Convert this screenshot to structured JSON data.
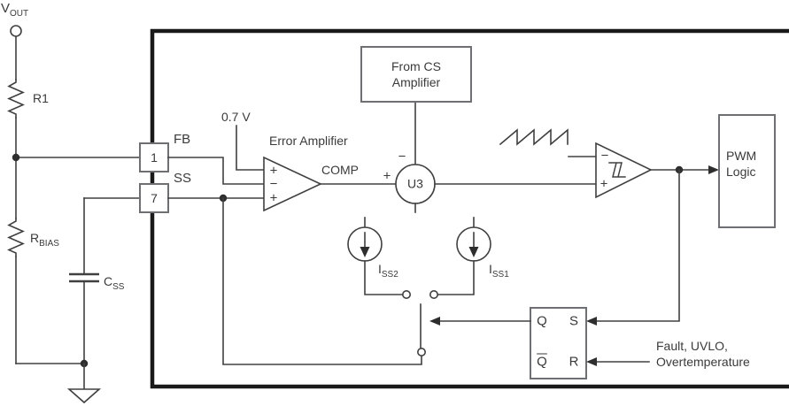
{
  "diagram": {
    "external": {
      "vout": {
        "base": "V",
        "sub": "OUT"
      },
      "r1": "R1",
      "rbias": {
        "base": "R",
        "sub": "BIAS"
      },
      "css": {
        "base": "C",
        "sub": "SS"
      }
    },
    "pins": [
      {
        "number": "1",
        "name": "FB"
      },
      {
        "number": "7",
        "name": "SS"
      }
    ],
    "error_amp": {
      "title": "Error Amplifier",
      "ref": "0.7 V",
      "in_top": "+",
      "in_mid": "−",
      "in_bot": "+",
      "output_label": "COMP"
    },
    "summing": {
      "label": "U3",
      "plus": "+",
      "minus": "−"
    },
    "cs_box": {
      "line1": "From CS",
      "line2": "Amplifier"
    },
    "comparator": {
      "minus": "−",
      "plus": "+"
    },
    "pwm_box": {
      "line1": "PWM",
      "line2": "Logic"
    },
    "current_sources": [
      {
        "base": "I",
        "sub": "SS2"
      },
      {
        "base": "I",
        "sub": "SS1"
      }
    ],
    "latch": {
      "q": "Q",
      "s": "S",
      "q_bar": "Q",
      "r": "R"
    },
    "reset_label": {
      "line1": "Fault, UVLO,",
      "line2": "Overtemperature"
    },
    "colors": {
      "wire": "#404040",
      "boundary": "#1a1a1a",
      "box_border": "#6e6f72",
      "text": "#3a3a3a"
    }
  }
}
